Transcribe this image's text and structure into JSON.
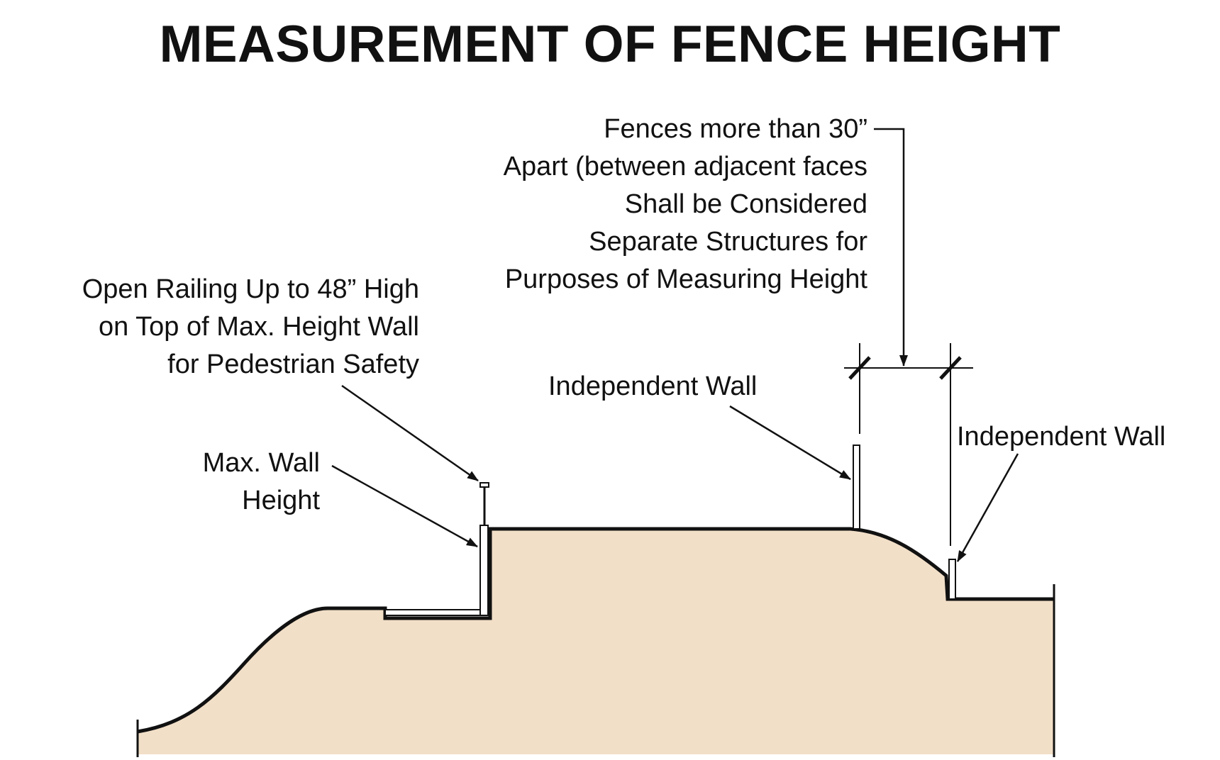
{
  "title": "MEASUREMENT OF FENCE HEIGHT",
  "labels": {
    "fences_separation": [
      "Fences more than 30”",
      "Apart (between adjacent faces",
      "Shall be Considered",
      "Separate Structures for",
      "Purposes of Measuring Height"
    ],
    "open_railing": [
      "Open Railing Up to 48” High",
      "on Top of Max. Height Wall",
      "for Pedestrian Safety"
    ],
    "max_wall_height": [
      "Max. Wall",
      "Height"
    ],
    "independent_wall_1": "Independent Wall",
    "independent_wall_2": "Independent Wall"
  },
  "colors": {
    "ground_fill": "#f2dfc8",
    "stroke": "#111111",
    "wall_fill": "#ffffff",
    "background": "#ffffff"
  }
}
